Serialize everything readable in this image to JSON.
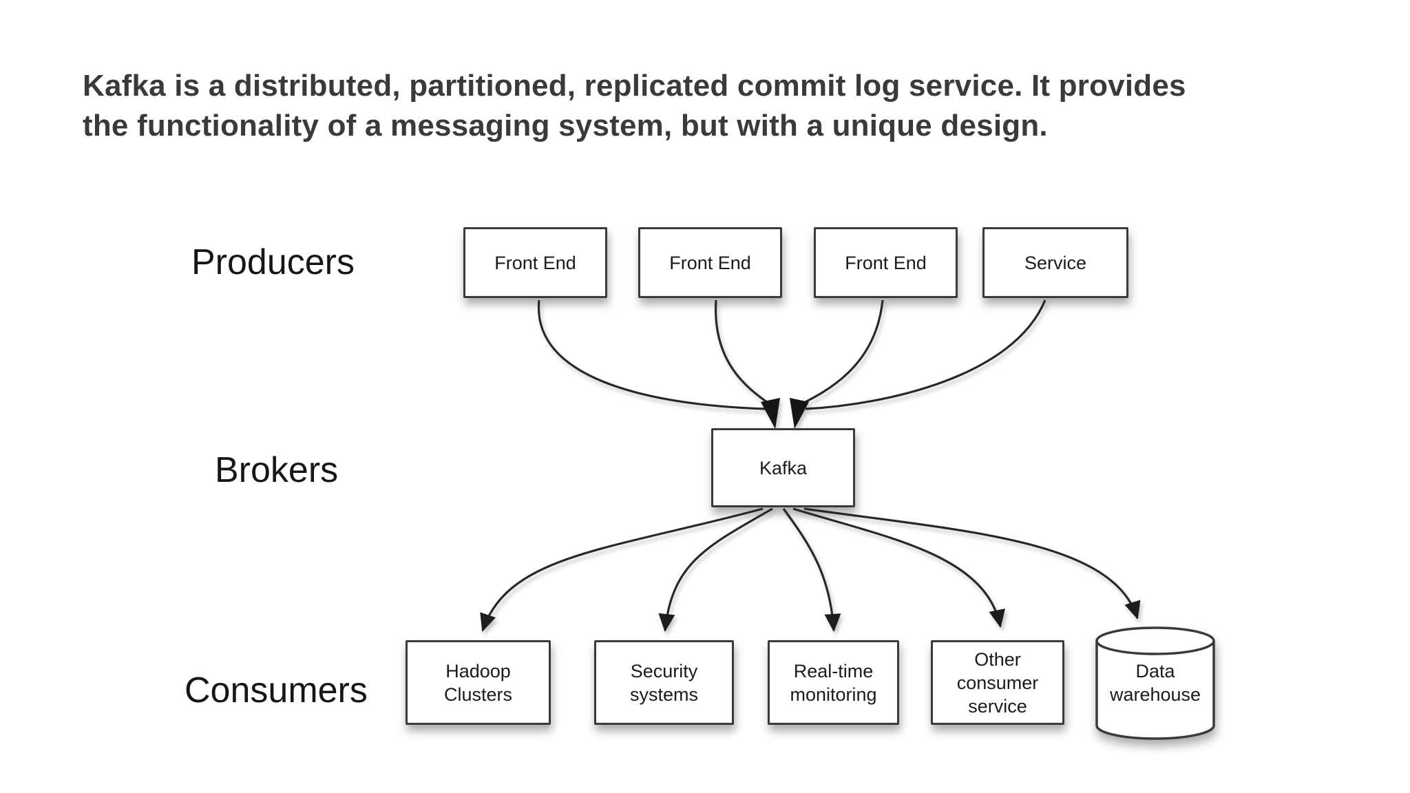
{
  "header": {
    "title": "Kafka is a distributed, partitioned, replicated commit log service. It provides\nthe functionality of a messaging system, but with a unique design."
  },
  "diagram": {
    "type": "flow-diagram",
    "rows": {
      "producers": {
        "label": "Producers"
      },
      "brokers": {
        "label": "Brokers"
      },
      "consumers": {
        "label": "Consumers"
      }
    },
    "producers": {
      "nodes": [
        {
          "id": "front-end-1",
          "label": "Front End",
          "shape": "rectangle"
        },
        {
          "id": "front-end-2",
          "label": "Front End",
          "shape": "rectangle"
        },
        {
          "id": "front-end-3",
          "label": "Front End",
          "shape": "rectangle"
        },
        {
          "id": "service",
          "label": "Service",
          "shape": "rectangle"
        }
      ]
    },
    "brokers": {
      "nodes": [
        {
          "id": "kafka",
          "label": "Kafka",
          "shape": "rectangle"
        }
      ]
    },
    "consumers": {
      "nodes": [
        {
          "id": "hadoop-clusters",
          "label": "Hadoop\nClusters",
          "shape": "rectangle"
        },
        {
          "id": "security-systems",
          "label": "Security\nsystems",
          "shape": "rectangle"
        },
        {
          "id": "real-time-monitoring",
          "label": "Real-time\nmonitoring",
          "shape": "rectangle"
        },
        {
          "id": "other-consumer-service",
          "label": "Other\nconsumer\nservice",
          "shape": "rectangle"
        },
        {
          "id": "data-warehouse",
          "label": "Data\nwarehouse",
          "shape": "cylinder"
        }
      ]
    },
    "edges": [
      {
        "from": "front-end-1",
        "to": "kafka"
      },
      {
        "from": "front-end-2",
        "to": "kafka"
      },
      {
        "from": "front-end-3",
        "to": "kafka"
      },
      {
        "from": "service",
        "to": "kafka"
      },
      {
        "from": "kafka",
        "to": "hadoop-clusters"
      },
      {
        "from": "kafka",
        "to": "security-systems"
      },
      {
        "from": "kafka",
        "to": "real-time-monitoring"
      },
      {
        "from": "kafka",
        "to": "other-consumer-service"
      },
      {
        "from": "kafka",
        "to": "data-warehouse"
      }
    ],
    "colors": {
      "background": "#ffffff",
      "node_fill": "#ffffff",
      "node_border": "#3a3a3a",
      "arrow": "#282828",
      "title_text": "#3a3a3a",
      "label_text": "#161616"
    }
  }
}
